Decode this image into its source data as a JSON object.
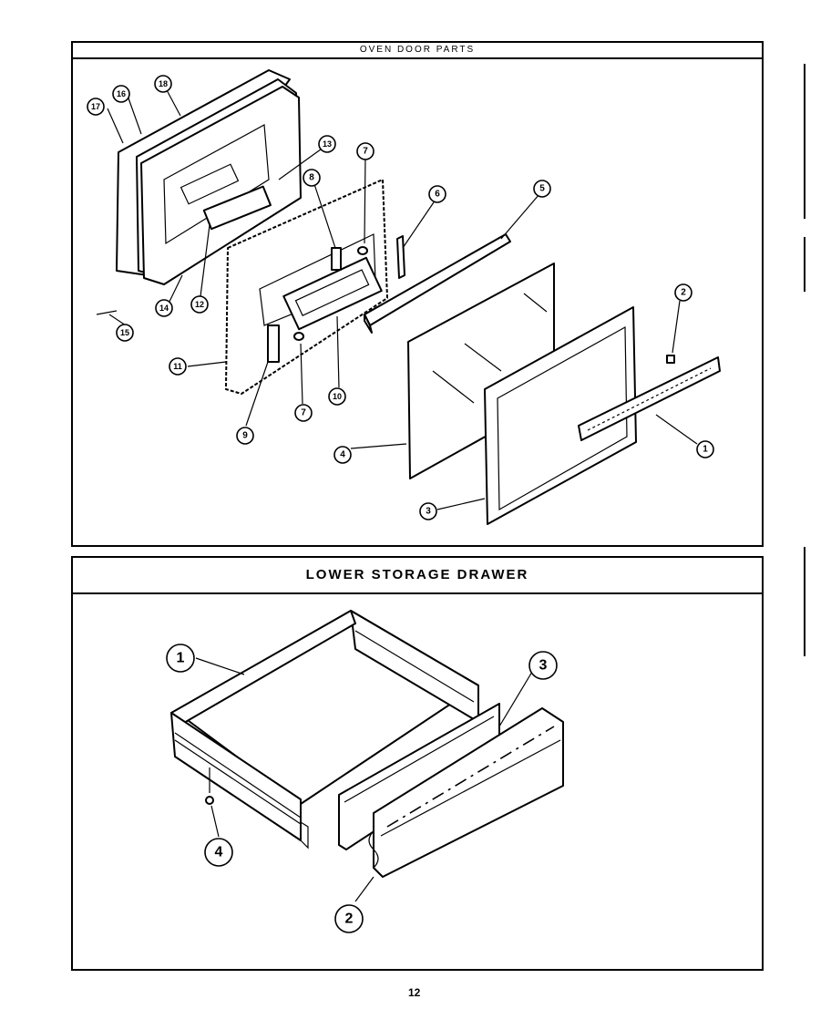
{
  "top_section": {
    "title": "OVEN DOOR PARTS",
    "callouts": [
      "1",
      "2",
      "3",
      "4",
      "5",
      "6",
      "7",
      "8",
      "9",
      "10",
      "11",
      "12",
      "13",
      "14",
      "15",
      "16",
      "17",
      "18",
      "7"
    ]
  },
  "bottom_section": {
    "title": "LOWER STORAGE DRAWER",
    "callouts": [
      "1",
      "2",
      "3",
      "4"
    ]
  },
  "page_number": "12"
}
